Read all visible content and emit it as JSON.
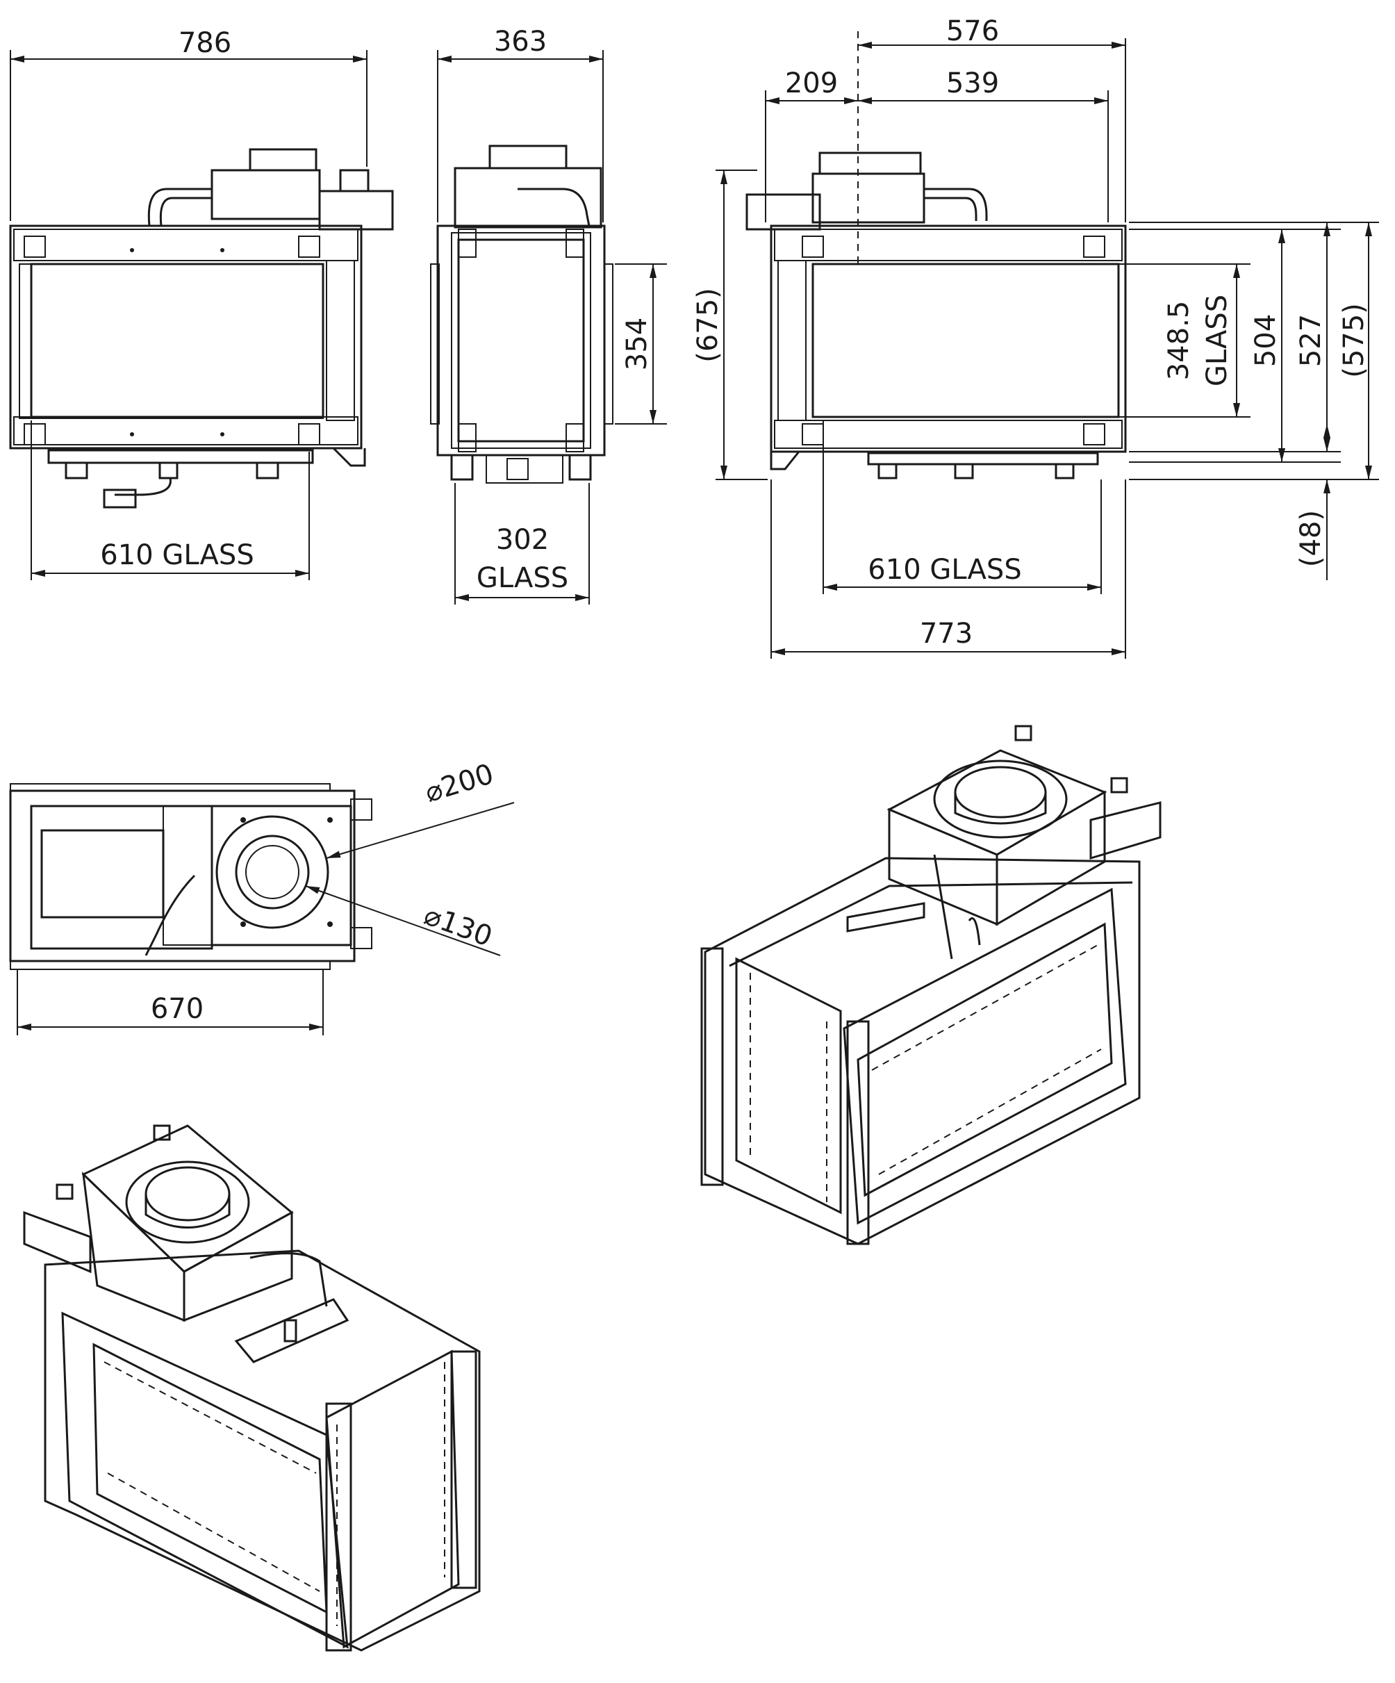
{
  "dimensions": {
    "front_width": "786",
    "side_depth": "363",
    "rear_top_total": "576",
    "rear_offset": "209",
    "rear_top_inner": "539",
    "side_glass_height": "354",
    "height_total": "(675)",
    "glass_height": "348.5",
    "glass_height_label": "GLASS",
    "opening_height": "504",
    "frame_height": "527",
    "overall_height": "(575)",
    "leg_height": "(48)",
    "front_glass_width": "610 GLASS",
    "side_glass_width": "302",
    "side_glass_label": "GLASS",
    "rear_glass_width": "610 GLASS",
    "rear_width": "773",
    "flue_outer_diameter": "⌀200",
    "flue_inner_diameter": "⌀130",
    "top_view_width": "670"
  },
  "colors": {
    "line": "#1a1a1a",
    "background": "#ffffff"
  }
}
